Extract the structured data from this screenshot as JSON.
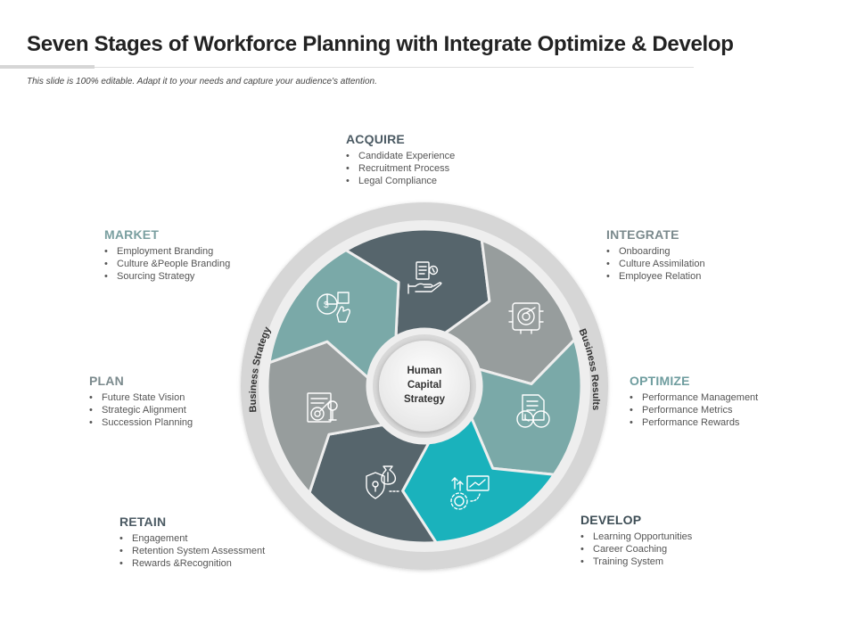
{
  "slide": {
    "title": "Seven Stages of Workforce Planning with Integrate Optimize & Develop",
    "subtitle": "This slide is 100% editable. Adapt it to your needs and capture your audience's attention."
  },
  "center": {
    "lines": [
      "Human",
      "Capital",
      "Strategy"
    ]
  },
  "ring": {
    "left_label": "Business Strategy",
    "right_label": "Business Results"
  },
  "colors": {
    "dark_slate": "#56656c",
    "mid_gray": "#979d9d",
    "sage": "#7aa9a8",
    "teal_accent": "#1ab2bc",
    "ring": "#d6d6d6",
    "acquire_heading": "#4b5a63",
    "market_heading": "#7a9fa0",
    "integrate_heading": "#7b8a8d",
    "optimize_heading": "#6f9d9f",
    "develop_heading": "#3d4d55",
    "retain_heading": "#4b5a63",
    "plan_heading": "#7b8a8d"
  },
  "stages": {
    "acquire": {
      "title": "ACQUIRE",
      "items": [
        "Candidate Experience",
        "Recruitment Process",
        "Legal Compliance"
      ],
      "icon": "hand-document-icon"
    },
    "integrate": {
      "title": "INTEGRATE",
      "items": [
        "Onboarding",
        "Culture Assimilation",
        "Employee Relation"
      ],
      "icon": "gear-target-icon"
    },
    "optimize": {
      "title": "OPTIMIZE",
      "items": [
        "Performance Management",
        "Performance Metrics",
        "Performance Rewards"
      ],
      "icon": "document-clock-icon"
    },
    "develop": {
      "title": "DEVELOP",
      "items": [
        "Learning Opportunities",
        "Career Coaching",
        "Training System"
      ],
      "icon": "growth-chart-gear-icon"
    },
    "retain": {
      "title": "RETAIN",
      "items": [
        "Engagement",
        "Retention System Assessment",
        "Rewards &Recognition"
      ],
      "icon": "shield-money-bag-icon"
    },
    "plan": {
      "title": "PLAN",
      "items": [
        "Future State Vision",
        "Strategic Alignment",
        "Succession Planning"
      ],
      "icon": "blueprint-target-icon"
    },
    "market": {
      "title": "MARKET",
      "items": [
        "Employment Branding",
        "Culture &People Branding",
        "Sourcing Strategy"
      ],
      "icon": "pie-chart-dollar-icon"
    }
  }
}
